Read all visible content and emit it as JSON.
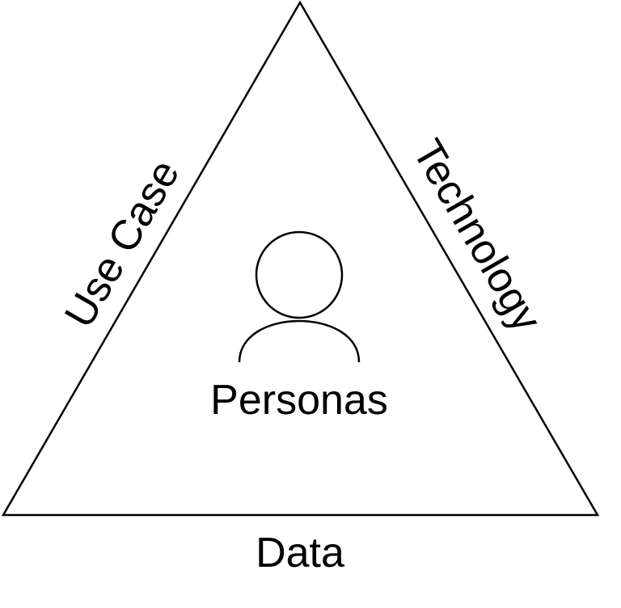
{
  "labels": {
    "left_side": "Use Case",
    "right_side": "Technology",
    "bottom_side": "Data",
    "center": "Personas"
  },
  "icons": {
    "center": "person-icon"
  }
}
